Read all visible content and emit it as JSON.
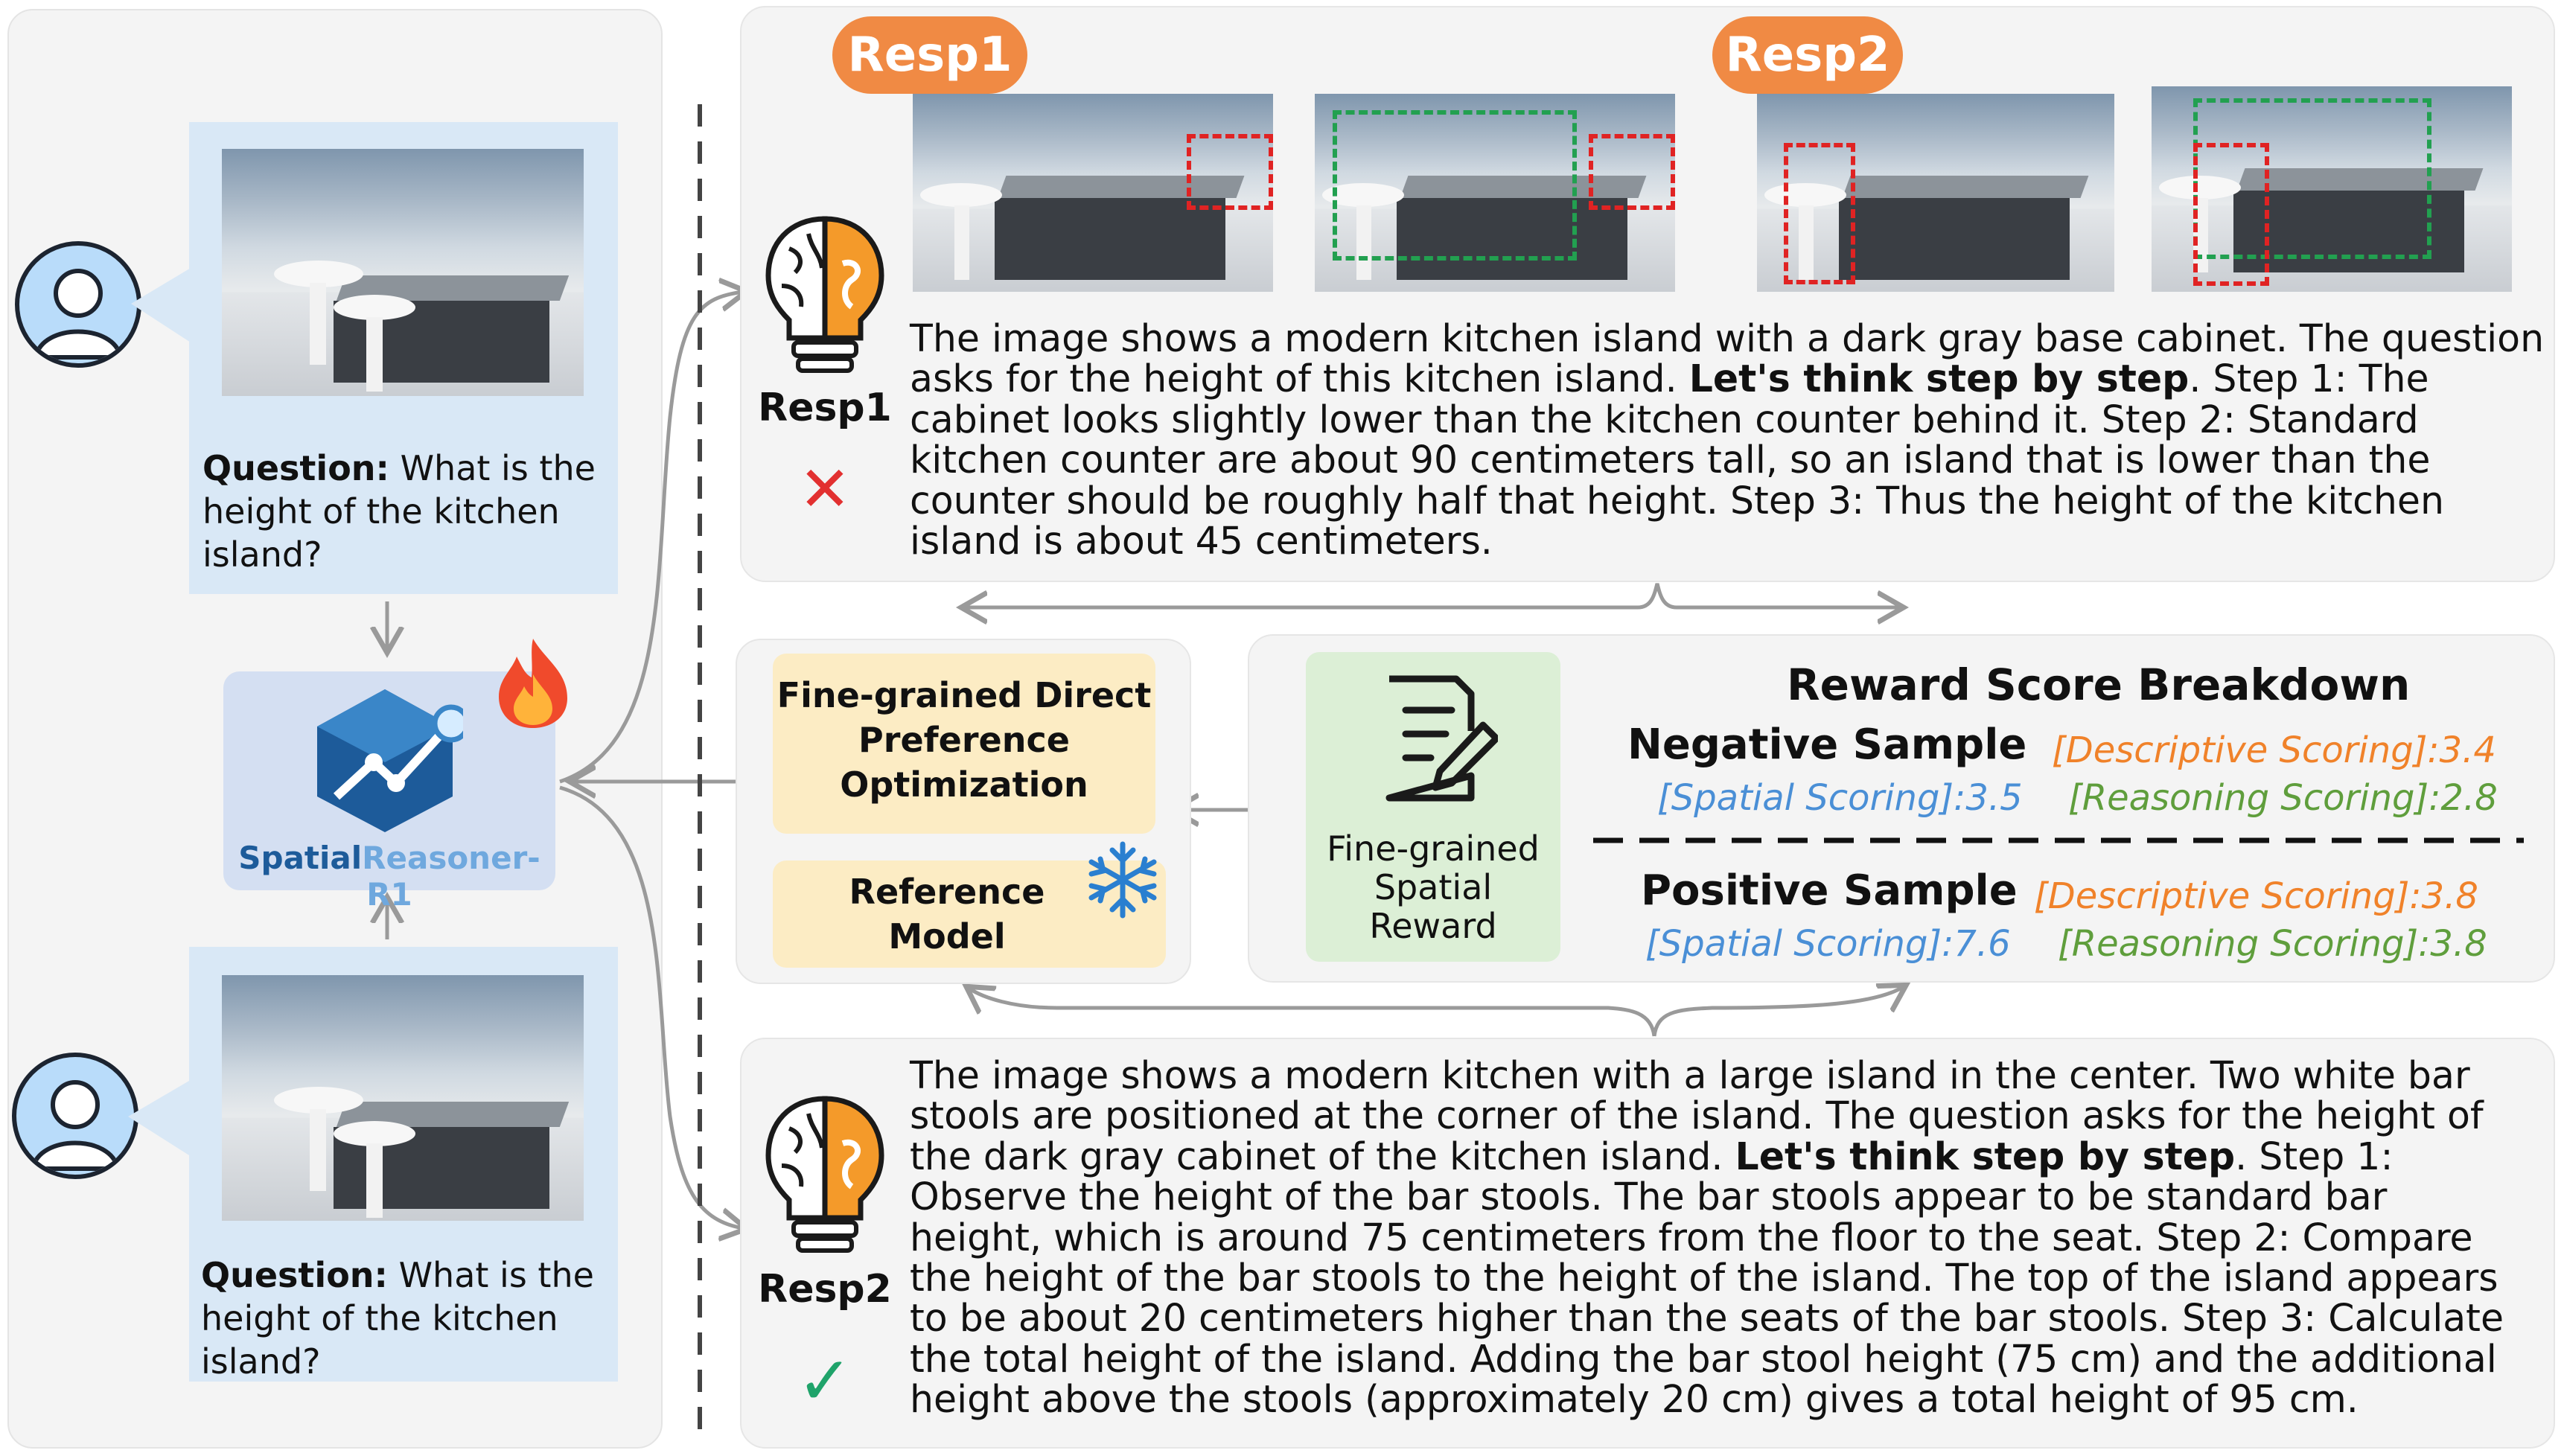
{
  "question": {
    "label": "Question:",
    "text_line1": "What is the",
    "text_line2": "height of the kitchen",
    "text_line3": "island?"
  },
  "model": {
    "name_part1": "Spatial",
    "name_part2": "Reasoner-R1"
  },
  "resp1": {
    "tag": "Resp1",
    "label": "Resp1",
    "mark": "✕",
    "lines": [
      [
        "The image shows a modern kitchen island with a dark gray base cabinet. The question"
      ],
      [
        "asks for the height of this kitchen island. ",
        "Let's think step by step",
        ". Step 1: The"
      ],
      [
        "cabinet looks slightly lower than the kitchen counter behind it. Step 2: Standard"
      ],
      [
        "kitchen counter are about 90 centimeters tall, so an island that is lower than the"
      ],
      [
        "counter should be roughly half that height. Step 3: Thus the height of the kitchen"
      ],
      [
        "island is about 45 centimeters."
      ]
    ]
  },
  "resp2": {
    "tag": "Resp2",
    "label": "Resp2",
    "mark": "✓",
    "lines": [
      [
        "The image shows a modern kitchen with a large island in the center. Two white bar"
      ],
      [
        "stools are positioned at the corner of the island. The question asks for the height of"
      ],
      [
        "the dark gray cabinet of the kitchen island. ",
        "Let's think step by step",
        ". Step 1:"
      ],
      [
        "Observe the height of the bar stools. The bar stools appear to be standard bar"
      ],
      [
        "height, which is around 75 centimeters from the floor to the seat. Step 2: Compare"
      ],
      [
        "the height of the bar stools to the height of the island. The top of the island appears"
      ],
      [
        "to be about 20 centimeters higher than the seats of the bar stools. Step 3: Calculate"
      ],
      [
        "the total height of the island. Adding the bar stool height (75 cm) and the additional"
      ],
      [
        "height above the stools (approximately 20 cm) gives a total height of 95 cm."
      ]
    ]
  },
  "optimization": {
    "fdpo_line1": "Fine-grained Direct",
    "fdpo_line2": "Preference",
    "fdpo_line3": "Optimization",
    "ref_line1": "Reference",
    "ref_line2": "Model"
  },
  "reward": {
    "box_line1": "Fine-grained",
    "box_line2": "Spatial",
    "box_line3": "Reward",
    "title": "Reward Score Breakdown",
    "negative": {
      "label": "Negative Sample",
      "descriptive": "[Descriptive Scoring]:3.4",
      "spatial": "[Spatial Scoring]:3.5",
      "reasoning": "[Reasoning Scoring]:2.8"
    },
    "positive": {
      "label": "Positive Sample",
      "descriptive": "[Descriptive Scoring]:3.8",
      "spatial": "[Spatial Scoring]:7.6",
      "reasoning": "[Reasoning Scoring]:3.8"
    }
  },
  "colors": {
    "orange": "#f0822a",
    "blue": "#4a8fd6",
    "green": "#5f9e3c",
    "red_dash": "#e02323",
    "green_dash": "#22a050",
    "tag": "#f08a44"
  },
  "icons": [
    "user-icon",
    "brain-bulb-icon",
    "fire-icon",
    "snowflake-icon",
    "document-edit-icon",
    "cross-icon",
    "check-icon"
  ]
}
